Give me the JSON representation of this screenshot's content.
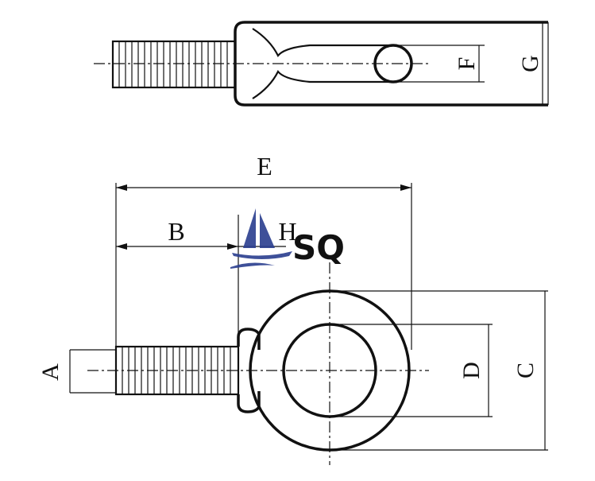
{
  "diagram": {
    "labels": {
      "A": "A",
      "B": "B",
      "C": "C",
      "D": "D",
      "E": "E",
      "F": "F",
      "G": "G",
      "H": "H"
    }
  },
  "watermark": {
    "text": "SQ",
    "color": "#2a3e8f"
  }
}
